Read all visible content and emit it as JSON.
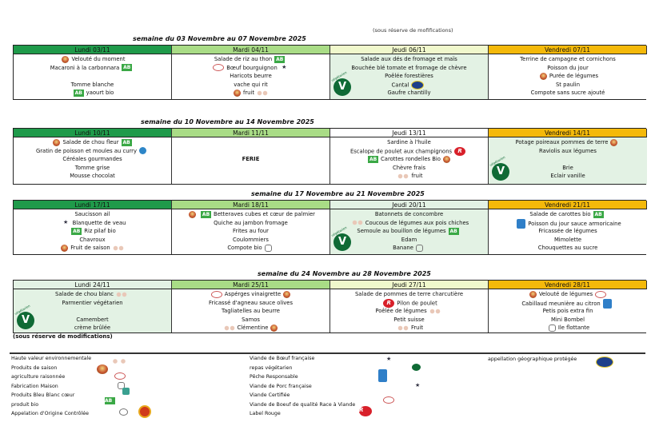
{
  "header_note": "(sous réserve de mofifications)",
  "colors": {
    "lundi": "#1f9a4a",
    "mardi": "#a9dc86",
    "jeudi_light": "#f0f8cc",
    "mint": "#e3f2e4",
    "vendredi": "#f4b90a"
  },
  "weeks": [
    {
      "title": "semaine  du 03 Novembre   au 07 Novembre 2025",
      "days": [
        {
          "header": "Lundi 03/11",
          "hdr_color": "#1f9a4a",
          "bg": "#ffffff",
          "items": [
            {
              "text": "Velouté du moment",
              "pre": [
                "saison"
              ],
              "post": []
            },
            {
              "text": "Macaroni à la carbonnara",
              "pre": [],
              "post": [
                "ab"
              ]
            },
            {
              "text": "",
              "pre": [],
              "post": []
            },
            {
              "text": "Tomme blanche",
              "pre": [],
              "post": []
            },
            {
              "text": "yaourt bio",
              "pre": [
                "ab"
              ],
              "post": []
            }
          ]
        },
        {
          "header": "Mardi 04/11",
          "hdr_color": "#a9dc86",
          "bg": "#ffffff",
          "items": [
            {
              "text": "Salade de riz au thon",
              "pre": [],
              "post": [
                "ab"
              ]
            },
            {
              "text": "Bœuf bourguignon",
              "pre": [
                "rv"
              ],
              "post": [
                "vf"
              ]
            },
            {
              "text": "Haricots beurre",
              "pre": [],
              "post": []
            },
            {
              "text": "vache qui rit",
              "pre": [],
              "post": []
            },
            {
              "text": "fruit",
              "pre": [
                "saison"
              ],
              "post": [
                "hve"
              ]
            }
          ]
        },
        {
          "header": "Jeudi 06/11",
          "hdr_color": "#f0f8cc",
          "bg": "#e3f2e4",
          "vege": true,
          "vege_label": "végétarien",
          "items": [
            {
              "text": "Salade aux dés de fromage et maïs",
              "pre": [],
              "post": []
            },
            {
              "text": "Bouchée blé tomate et fromage de chèvre",
              "pre": [],
              "post": []
            },
            {
              "text": "Poêlée forestières",
              "pre": [],
              "post": []
            },
            {
              "text": "Cantal",
              "pre": [],
              "post": [
                "igp"
              ]
            },
            {
              "text": "Gaufre chantilly",
              "pre": [],
              "post": []
            }
          ]
        },
        {
          "header": "Vendredi 07/11",
          "hdr_color": "#f4b90a",
          "bg": "#ffffff",
          "items": [
            {
              "text": "Terrine de campagne et cornichons",
              "pre": [],
              "post": []
            },
            {
              "text": "Poisson du jour",
              "pre": [],
              "post": []
            },
            {
              "text": "Purée de légumes",
              "pre": [
                "saison"
              ],
              "post": []
            },
            {
              "text": "St paulin",
              "pre": [],
              "post": []
            },
            {
              "text": "Compote sans sucre ajouté",
              "pre": [],
              "post": []
            }
          ]
        }
      ]
    },
    {
      "title": "semaine   du 10 Novembre au 14 Novembre 2025",
      "days": [
        {
          "header": "Lundi 10/11",
          "hdr_color": "#1f9a4a",
          "bg": "#ffffff",
          "items": [
            {
              "text": "Salade de chou fleur",
              "pre": [
                "saison"
              ],
              "post": [
                "ab"
              ]
            },
            {
              "text": "Gratin de poisson et moules au curry",
              "pre": [],
              "post": [
                "bbc"
              ]
            },
            {
              "text": "Céréales gourmandes",
              "pre": [],
              "post": []
            },
            {
              "text": "Tomme grise",
              "pre": [],
              "post": []
            },
            {
              "text": "Mousse chocolat",
              "pre": [],
              "post": []
            }
          ]
        },
        {
          "header": "Mardi 11/11",
          "hdr_color": "#a9dc86",
          "bg": "#ffffff",
          "items": [
            {
              "text": "",
              "pre": [],
              "post": []
            },
            {
              "text": "",
              "pre": [],
              "post": []
            },
            {
              "text": "FERIE",
              "pre": [],
              "post": []
            }
          ]
        },
        {
          "header": "Jeudi 13/11",
          "hdr_color": "#ffffff",
          "bg": "#ffffff",
          "items": [
            {
              "text": "Sardine à l'huile",
              "pre": [],
              "post": []
            },
            {
              "text": "Escalope de poulet aux champignons",
              "pre": [],
              "post": [
                "lr"
              ]
            },
            {
              "text": "Carottes rondelles Bio",
              "pre": [
                "ab"
              ],
              "post": [
                "saison"
              ]
            },
            {
              "text": "Chèvre frais",
              "pre": [],
              "post": []
            },
            {
              "text": "fruit",
              "pre": [
                "hve"
              ],
              "post": []
            }
          ]
        },
        {
          "header": "Vendredi 14/11",
          "hdr_color": "#f4b90a",
          "bg": "#e3f2e4",
          "vege": true,
          "vege_label": "végétarien",
          "items": [
            {
              "text": "Potage poireaux pommes de terre",
              "pre": [],
              "post": [
                "saison"
              ]
            },
            {
              "text": "Raviolis aux légumes",
              "pre": [],
              "post": []
            },
            {
              "text": "",
              "pre": [],
              "post": []
            },
            {
              "text": "Brie",
              "pre": [],
              "post": []
            },
            {
              "text": "Eclair vanille",
              "pre": [],
              "post": []
            }
          ]
        }
      ]
    },
    {
      "title": "semaine  du 17 Novembre au 21 Novembre 2025",
      "days": [
        {
          "header": "Lundi 17/11",
          "hdr_color": "#1f9a4a",
          "bg": "#ffffff",
          "items": [
            {
              "text": "Saucisson ail",
              "pre": [],
              "post": []
            },
            {
              "text": "Blanquette de veau",
              "pre": [
                "vf"
              ],
              "post": []
            },
            {
              "text": "Riz pilaf bio",
              "pre": [
                "ab"
              ],
              "post": []
            },
            {
              "text": "Chavroux",
              "pre": [],
              "post": []
            },
            {
              "text": "Fruit de saison",
              "pre": [
                "saison"
              ],
              "post": [
                "hve"
              ]
            }
          ]
        },
        {
          "header": "Mardi 18/11",
          "hdr_color": "#a9dc86",
          "bg": "#ffffff",
          "items": [
            {
              "text": "Betteraves cubes et cœur de palmier",
              "pre": [
                "saison",
                "ab"
              ],
              "post": []
            },
            {
              "text": "Quiche au jambon fromage",
              "pre": [],
              "post": []
            },
            {
              "text": "Frites au four",
              "pre": [],
              "post": []
            },
            {
              "text": "Coulommiers",
              "pre": [],
              "post": []
            },
            {
              "text": "Compote bio",
              "pre": [],
              "post": [
                "fm"
              ]
            }
          ]
        },
        {
          "header": "Jeudi 20/11",
          "hdr_color": "#e3f2e4",
          "bg": "#e3f2e4",
          "vege": true,
          "vege_label": "végétarien",
          "items": [
            {
              "text": "Batonnets de concombre",
              "pre": [],
              "post": []
            },
            {
              "text": "Coucous de légumes aux pois chiches",
              "pre": [
                "hve"
              ],
              "post": []
            },
            {
              "text": "Semoule au bouillon de légumes",
              "pre": [],
              "post": [
                "ab"
              ]
            },
            {
              "text": "Edam",
              "pre": [],
              "post": []
            },
            {
              "text": "Banane",
              "pre": [],
              "post": [
                "fm"
              ]
            }
          ]
        },
        {
          "header": "Vendredi 21/11",
          "hdr_color": "#f4b90a",
          "bg": "#ffffff",
          "items": [
            {
              "text": "Salade de carottes bio",
              "pre": [],
              "post": [
                "ab"
              ]
            },
            {
              "text": "Poisson du jour sauce armoricaine",
              "pre": [
                "msc"
              ],
              "post": []
            },
            {
              "text": "Fricassée de légumes",
              "pre": [],
              "post": []
            },
            {
              "text": "Mimolette",
              "pre": [],
              "post": []
            },
            {
              "text": "Chouquettes au sucre",
              "pre": [],
              "post": []
            }
          ]
        }
      ]
    },
    {
      "title": "semaine du 24 Novembre au 28 Novembre 2025",
      "days": [
        {
          "header": "Lundi 24/11",
          "hdr_color": "#e3f2e4",
          "bg": "#e3f2e4",
          "vege": true,
          "vege_label": "végétarien",
          "items": [
            {
              "text": "Salade de chou blanc",
              "pre": [],
              "post": [
                "hve"
              ]
            },
            {
              "text": "Parmentier végétarien",
              "pre": [],
              "post": []
            },
            {
              "text": "",
              "pre": [],
              "post": []
            },
            {
              "text": "Camembert",
              "pre": [],
              "post": []
            },
            {
              "text": "crème brûlée",
              "pre": [],
              "post": []
            }
          ]
        },
        {
          "header": "Mardi 25/11",
          "hdr_color": "#a9dc86",
          "bg": "#ffffff",
          "items": [
            {
              "text": "Aspérges vinaigrette",
              "pre": [
                "rv"
              ],
              "post": [
                "saison"
              ]
            },
            {
              "text": "Fricassé d'agneau sauce olives",
              "pre": [],
              "post": []
            },
            {
              "text": "Tagliatelles au beurre",
              "pre": [],
              "post": []
            },
            {
              "text": "Samos",
              "pre": [],
              "post": []
            },
            {
              "text": "Clémentine",
              "pre": [
                "hve"
              ],
              "post": [
                "saison"
              ]
            }
          ]
        },
        {
          "header": "Jeudi 27/11",
          "hdr_color": "#f0f8cc",
          "bg": "#ffffff",
          "items": [
            {
              "text": "Salade de pommes de terre charcutière",
              "pre": [],
              "post": []
            },
            {
              "text": "Pilon de poulet",
              "pre": [
                "lr"
              ],
              "post": []
            },
            {
              "text": "Poêlée de légumes",
              "pre": [],
              "post": [
                "hve"
              ]
            },
            {
              "text": "Petit suisse",
              "pre": [],
              "post": []
            },
            {
              "text": "Fruit",
              "pre": [
                "hve"
              ],
              "post": []
            }
          ]
        },
        {
          "header": "Vendredi 28/11",
          "hdr_color": "#f4b90a",
          "bg": "#ffffff",
          "items": [
            {
              "text": "Velouté de légumes",
              "pre": [
                "saison"
              ],
              "post": [
                "rv"
              ]
            },
            {
              "text": "Cabillaud meunière au citron",
              "pre": [],
              "post": [
                "msc"
              ]
            },
            {
              "text": "Petis pois extra fin",
              "pre": [],
              "post": []
            },
            {
              "text": "Mini Bombel",
              "pre": [],
              "post": []
            },
            {
              "text": "Ile flottante",
              "pre": [
                "fm"
              ],
              "post": []
            }
          ]
        }
      ]
    }
  ],
  "sous_reserve": "(sous réserve de modifications)",
  "legend": {
    "col1": [
      "Haute valeur environnementale",
      "Produits de saison",
      "agriculture raisonnée",
      "Fabrication Maison",
      "Produits Bleu Blanc cœur",
      "produit bio",
      "Appelation d'Origine Contrôlée"
    ],
    "col2": [
      "Viande de Bœuf française",
      "repas végétarien",
      "Pêche Responsable",
      "Viande de Porc française",
      "Viande Certifiée",
      "Viande de Boeuf de qualité Race à Viande",
      "Label Rouge"
    ],
    "col3": [
      "appellation géographique protégée"
    ],
    "icons": {
      "ab": "AB",
      "lr": "R",
      "vege": "V",
      "vf": "★"
    }
  }
}
